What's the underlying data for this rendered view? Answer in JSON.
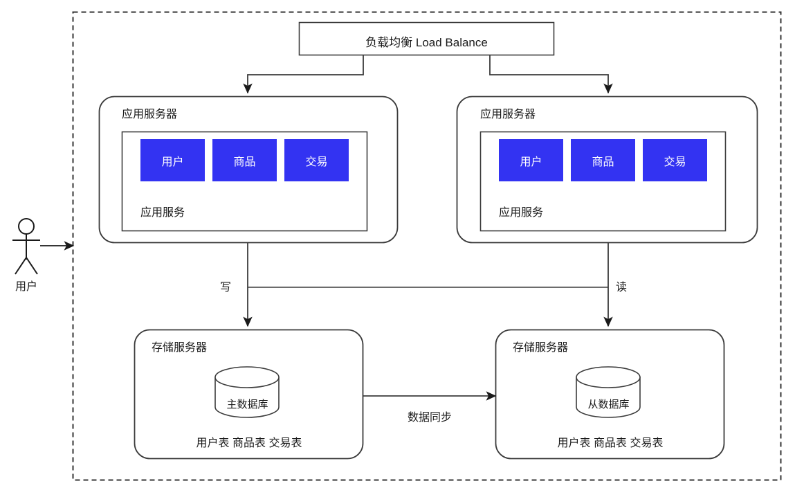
{
  "diagram": {
    "title_node": {
      "label": "负载均衡 Load Balance"
    },
    "actor": {
      "label": "用户",
      "icon": "stick-figure-person-icon"
    },
    "boundary": {
      "style": "dashed",
      "color": "#333333"
    },
    "app_servers": [
      {
        "title": "应用服务器",
        "service_label": "应用服务",
        "modules": [
          "用户",
          "商品",
          "交易"
        ]
      },
      {
        "title": "应用服务器",
        "service_label": "应用服务",
        "modules": [
          "用户",
          "商品",
          "交易"
        ]
      }
    ],
    "storage_servers": [
      {
        "title": "存储服务器",
        "db_label": "主数据库",
        "tables_label": "用户表 商品表 交易表"
      },
      {
        "title": "存储服务器",
        "db_label": "从数据库",
        "tables_label": "用户表 商品表 交易表"
      }
    ],
    "edge_labels": {
      "write": "写",
      "read": "读",
      "sync": "数据同步"
    },
    "colors": {
      "module_fill": "#3333f2",
      "module_text": "#ffffff",
      "stroke": "#3b3b3b",
      "text": "#1a1a1a",
      "background": "#ffffff"
    }
  }
}
